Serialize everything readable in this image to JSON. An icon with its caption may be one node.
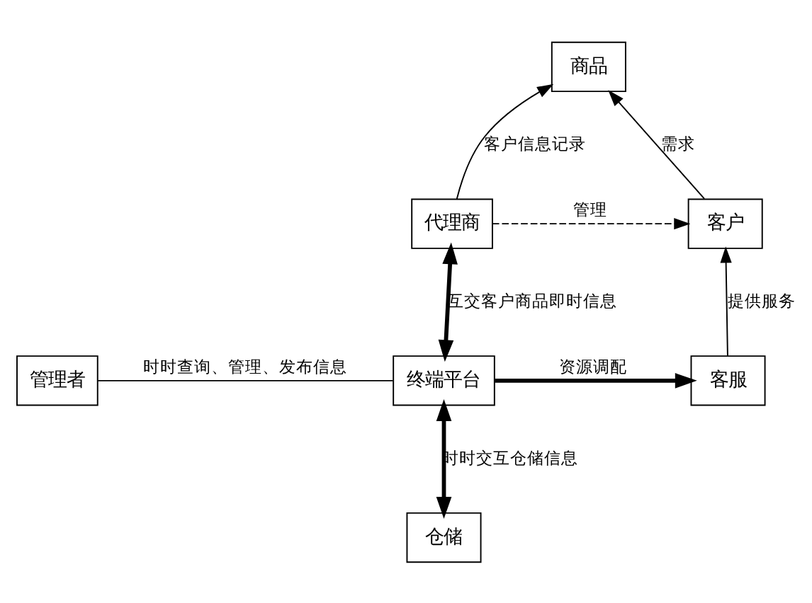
{
  "diagram": {
    "nodes": [
      {
        "text": [
          "商品"
        ]
      },
      {
        "text": [
          "代理商"
        ]
      },
      {
        "text": [
          "客户"
        ]
      },
      {
        "text": [
          "管理者"
        ]
      },
      {
        "text": [
          "终端平台"
        ]
      },
      {
        "text": [
          "客服"
        ]
      },
      {
        "text": [
          "仓储"
        ]
      }
    ],
    "edges": [
      {
        "from": 1,
        "to": 0,
        "arrow": "to",
        "label": "客户信息记录"
      },
      {
        "from": 2,
        "to": 0,
        "arrow": "to",
        "label": "需求"
      },
      {
        "from": 1,
        "to": 2,
        "arrow": "to",
        "label": "管理",
        "style": "dashed"
      },
      {
        "from": 1,
        "to": 4,
        "arrow": "both",
        "label": "互交客户商品即时信息",
        "style": "thick"
      },
      {
        "from": 3,
        "to": 4,
        "arrow": "none",
        "label": "时时查询、管理、发布信息"
      },
      {
        "from": 4,
        "to": 5,
        "arrow": "to",
        "label": "资源调配",
        "style": "thick"
      },
      {
        "from": 5,
        "to": 2,
        "arrow": "to",
        "label": "提供服务"
      },
      {
        "from": 4,
        "to": 6,
        "arrow": "both",
        "label": "时时交互仓储信息",
        "style": "thick"
      }
    ]
  }
}
